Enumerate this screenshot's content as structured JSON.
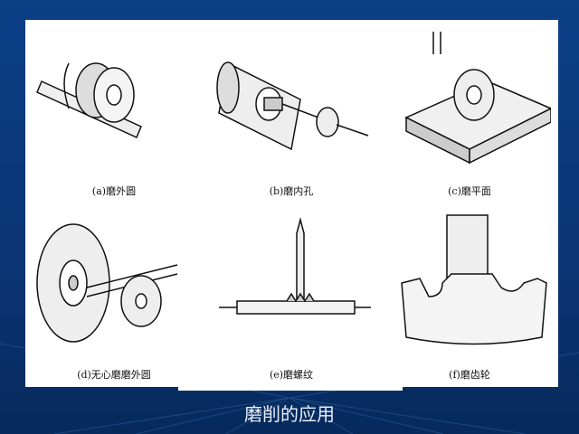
{
  "slide": {
    "title": "磨削的应用",
    "background_color": "#0b3f86",
    "figures": [
      {
        "label": "(a)磨外圆"
      },
      {
        "label": "(b)磨内孔"
      },
      {
        "label": "(c)磨平面"
      },
      {
        "label": "(d)无心磨磨外圆"
      },
      {
        "label": "(e)磨螺纹"
      },
      {
        "label": "(f)磨齿轮"
      }
    ]
  }
}
